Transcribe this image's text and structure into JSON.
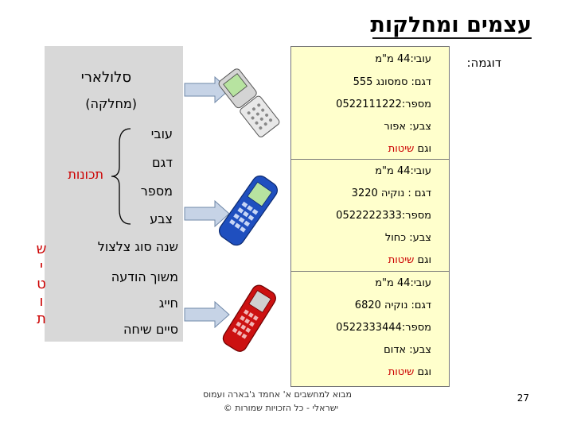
{
  "title": "עצמים ומחלקות",
  "example_label": "דוגמה:",
  "class_box": {
    "name": "סלולארי",
    "subtitle": "(מחלקה)",
    "properties_label": "תכונות",
    "properties": [
      "עובי",
      "דגם",
      "מספר",
      "צבע"
    ],
    "methods": [
      "שנה סוג צלצול",
      "משוך הודעה",
      "חייג",
      "סיים שיחה"
    ],
    "methods_label_chars": [
      "ש",
      "י",
      "ט",
      "ו",
      "ת"
    ]
  },
  "objects": [
    {
      "thickness": "עובי:44 מ\"מ",
      "model": "דגם: סמסונג 555",
      "number": "מספר:0522111222",
      "color": "צבע: אפור",
      "methods": "וגם שיטות",
      "phone_color": "#c8c8c8"
    },
    {
      "thickness": "עובי:44 מ\"מ",
      "model": "דגם : נוקיה 3220",
      "number": "מספר:0522222333",
      "color": "צבע: כחול",
      "methods": "וגם שיטות",
      "phone_color": "#1f4fbf"
    },
    {
      "thickness": "עובי:44 מ\"מ",
      "model": "דגם: נוקיה 6820",
      "number": "מספר:0522333444",
      "color": "צבע: אדום",
      "methods": "וגם שיטות",
      "phone_color": "#cc1111"
    }
  ],
  "footer": {
    "line1": "מבוא למחשבים א' אחמד ג'בארה ועמוס",
    "line2": "ישראלי - כל הזכויות שמורות ©"
  },
  "page_number": "27",
  "colors": {
    "object_box_bg": "#ffffcc",
    "class_box_bg": "#d8d8d8",
    "accent_red": "#cc0000",
    "arrow_fill": "#c6d3e6"
  }
}
